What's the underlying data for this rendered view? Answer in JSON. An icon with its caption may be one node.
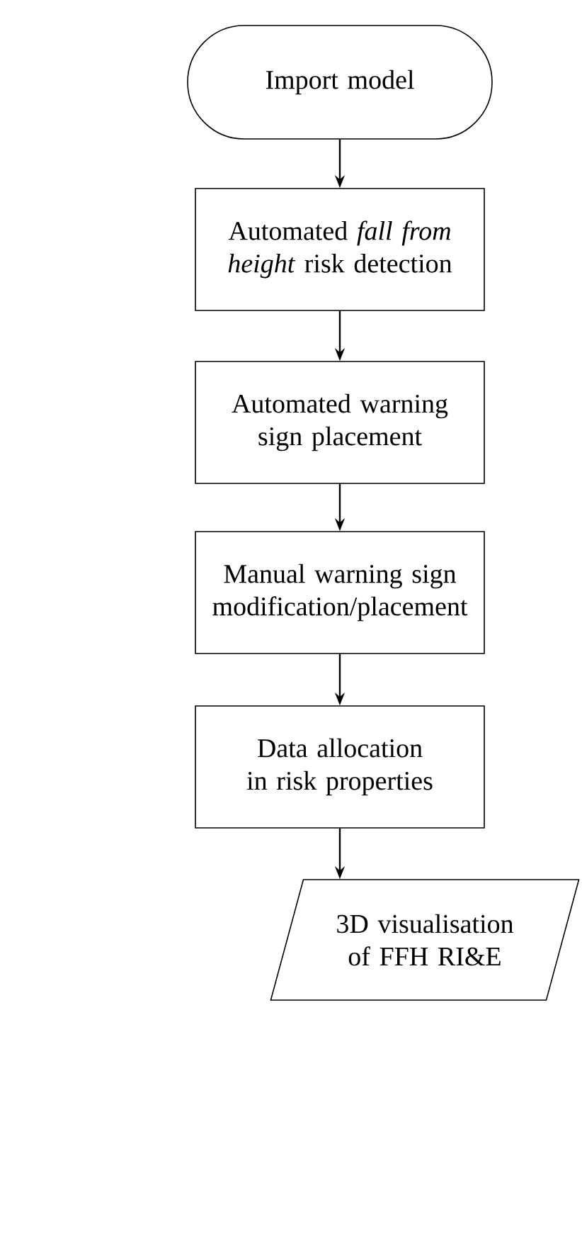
{
  "diagram": {
    "nodes": [
      {
        "text": [
          "Import model"
        ]
      },
      {
        "text": [
          "Automated *fall from height* risk detection"
        ]
      },
      {
        "text": [
          "Automated warning sign placement"
        ]
      },
      {
        "text": [
          "Manual warning sign modification/placement"
        ]
      },
      {
        "text": [
          "Data allocation in risk properties"
        ]
      },
      {
        "text": [
          "3D visualisation of FFH RI&E"
        ]
      }
    ],
    "edges": [
      {
        "from": 0,
        "to": 1,
        "arrow": "to"
      },
      {
        "from": 1,
        "to": 2,
        "arrow": "to"
      },
      {
        "from": 2,
        "to": 3,
        "arrow": "to"
      },
      {
        "from": 3,
        "to": 4,
        "arrow": "to"
      },
      {
        "from": 4,
        "to": 5,
        "arrow": "to"
      }
    ]
  }
}
